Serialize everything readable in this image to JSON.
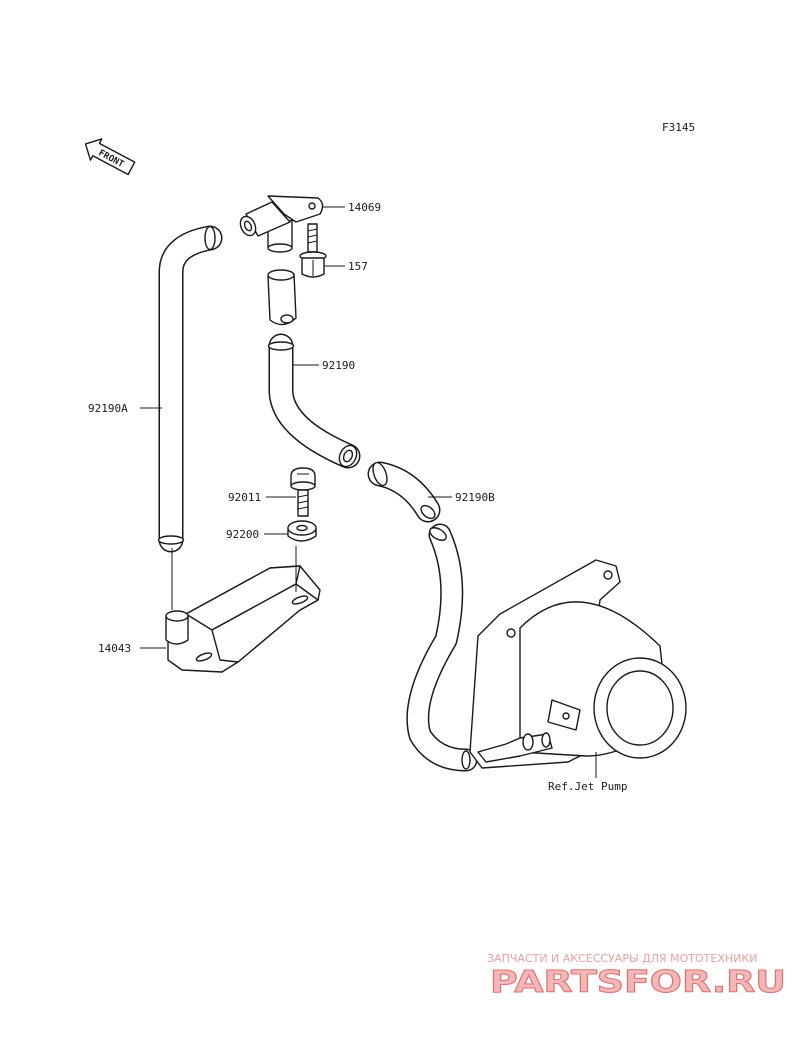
{
  "figure_code": "F3145",
  "front_label": "FRONT",
  "callouts": {
    "p14069": "14069",
    "p157": "157",
    "p92190": "92190",
    "p92190A": "92190A",
    "p92011": "92011",
    "p92190B": "92190B",
    "p92200": "92200",
    "p14043": "14043",
    "ref_jet_pump": "Ref.Jet Pump"
  },
  "watermark": {
    "line1": "ЗАПЧАСТИ И АКСЕССУАРЫ ДЛЯ МОТОТЕХНИКИ",
    "logo": "PARTSFOR.RU"
  },
  "colors": {
    "ink": "#1a1a1a",
    "watermark_fill": "#f2b8b8",
    "watermark_stroke": "#e07070"
  }
}
